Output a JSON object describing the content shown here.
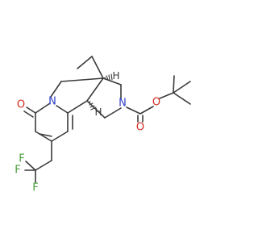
{
  "atoms": {
    "ring_n": {
      "symbol": "N",
      "color": "#2c3dc4"
    },
    "carbamate_n": {
      "symbol": "N",
      "color": "#2c3dc4"
    },
    "ketone_o": {
      "symbol": "O",
      "color": "#d42a1f"
    },
    "ester_o": {
      "symbol": "O",
      "color": "#d42a1f"
    },
    "carbonyl_o": {
      "symbol": "O",
      "color": "#d42a1f"
    },
    "fluorine_1": {
      "symbol": "F",
      "color": "#4a9c3c"
    },
    "fluorine_2": {
      "symbol": "F",
      "color": "#4a9c3c"
    },
    "fluorine_3": {
      "symbol": "F",
      "color": "#4a9c3c"
    },
    "stereo_h_top": {
      "symbol": "H",
      "color": "#3a3a3a"
    },
    "stereo_h_bottom": {
      "symbol": "H",
      "color": "#3a3a3a"
    }
  },
  "bond_color": "#3a3a3a"
}
